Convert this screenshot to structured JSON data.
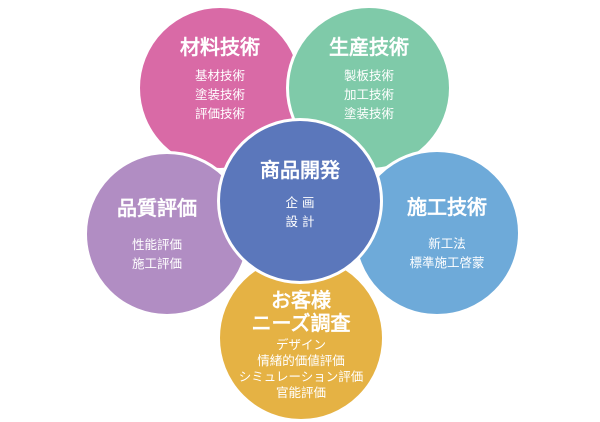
{
  "colors": {
    "materials": "#d96aa6",
    "production": "#7fcaa9",
    "quality": "#b18dc3",
    "construction": "#6eaad9",
    "customer": "#e5b244",
    "product": "#5b77bb"
  },
  "circles": {
    "materials": {
      "title": "材料技術",
      "items": [
        "基材技術",
        "塗装技術",
        "評価技術"
      ]
    },
    "production": {
      "title": "生産技術",
      "items": [
        "製板技術",
        "加工技術",
        "塗装技術"
      ]
    },
    "quality": {
      "title": "品質評価",
      "items": [
        "性能評価",
        "施工評価"
      ]
    },
    "construction": {
      "title": "施工技術",
      "items": [
        "新工法",
        "標準施工啓蒙"
      ]
    },
    "customer": {
      "title": [
        "お客様",
        "ニーズ調査"
      ],
      "items": [
        "デザイン",
        "情緒的価値評価",
        "シミュレーション評価",
        "官能評価"
      ]
    },
    "product": {
      "title": "商品開発",
      "items": [
        "企 画",
        "設 計"
      ]
    }
  }
}
